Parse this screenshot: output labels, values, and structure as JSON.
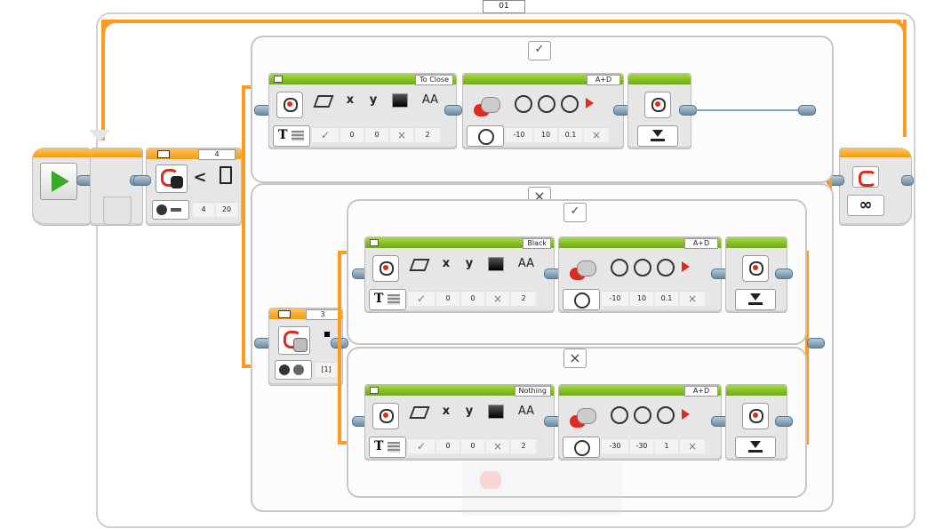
{
  "loop": {
    "label": "01",
    "infinity": "∞"
  },
  "switch_outer": {
    "port_label": "4",
    "compare_symbol": "<",
    "param_port": "4",
    "param_threshold": "20",
    "case_true": "✓",
    "case_false": "×"
  },
  "switch_inner": {
    "port_label": "3",
    "param_port": "[1]",
    "case_true": "✓",
    "case_false": "×"
  },
  "display_blocks": [
    {
      "title": "To Close",
      "mode_symbol": "T",
      "params": [
        "✓",
        "0",
        "0",
        "×",
        "2"
      ]
    },
    {
      "title": "Black",
      "mode_symbol": "T",
      "params": [
        "✓",
        "0",
        "0",
        "×",
        "2"
      ]
    },
    {
      "title": "Nothing",
      "mode_symbol": "T",
      "params": [
        "✓",
        "0",
        "0",
        "×",
        "2"
      ]
    }
  ],
  "motor_blocks": [
    {
      "ports": "A+D",
      "params": [
        "-10",
        "10",
        "0.1",
        "×"
      ]
    },
    {
      "ports": "A+D",
      "params": [
        "-10",
        "10",
        "0.1",
        "×"
      ]
    },
    {
      "ports": "A+D",
      "params": [
        "-30",
        "-30",
        "1",
        "×"
      ]
    }
  ],
  "display_header_symbols": {
    "x": "x",
    "y": "y",
    "size": "AA"
  },
  "colors": {
    "block_green": "#7fb824",
    "block_orange": "#f29a13",
    "start_green": "#3aa92a",
    "accent_red": "#e02a1e"
  }
}
